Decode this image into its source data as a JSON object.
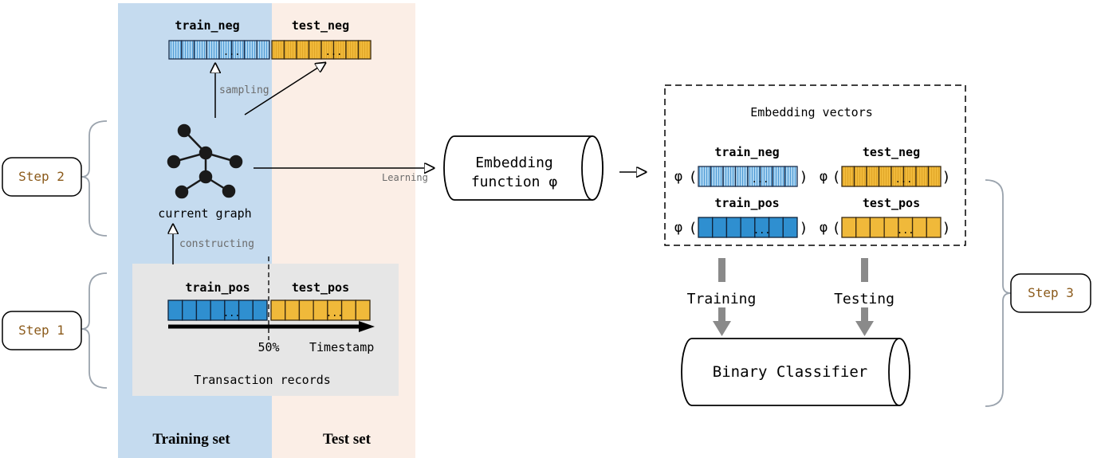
{
  "panels": {
    "training_set_label": "Training set",
    "test_set_label": "Test set"
  },
  "steps": {
    "step1": "Step 1",
    "step2": "Step 2",
    "step3": "Step 3"
  },
  "sampling": {
    "train_neg_label": "train_neg",
    "test_neg_label": "test_neg",
    "arrow_label": "sampling",
    "cell_ellipsis": "..."
  },
  "graph": {
    "label": "current graph",
    "constructing_label": "constructing",
    "learning_label": "Learning"
  },
  "records": {
    "train_pos_label": "train_pos",
    "test_pos_label": "test_pos",
    "split_label": "50%",
    "timestamp_label": "Timestamp",
    "caption": "Transaction records"
  },
  "embedding_function": {
    "line1": "Embedding",
    "line2": "function φ"
  },
  "embedding_vectors": {
    "title": "Embedding vectors",
    "phi_symbol": "φ",
    "open_paren": "(",
    "close_paren": ")",
    "train_neg_label": "train_neg",
    "test_neg_label": "test_neg",
    "train_pos_label": "train_pos",
    "test_pos_label": "test_pos"
  },
  "classifier": {
    "label": "Binary Classifier",
    "training_label": "Training",
    "testing_label": "Testing"
  },
  "colors": {
    "blue": "#2f8fd0",
    "hatched_blue": "#a9d3f0",
    "yellow": "#f0b93a",
    "training_bg": "#c5dbef",
    "test_bg": "#fbeee6",
    "records_bg": "#e6e6e6",
    "step_text": "#8b5a1a",
    "gray_arrow": "#8a8a8a"
  }
}
